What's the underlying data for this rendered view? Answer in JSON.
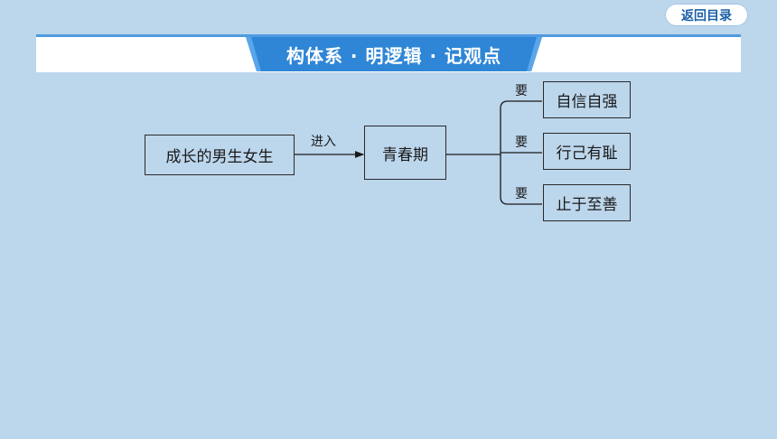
{
  "nav": {
    "return_label": "返回目录"
  },
  "header": {
    "title": "构体系 · 明逻辑 · 记观点"
  },
  "diagram": {
    "root": "成长的男生女生",
    "root_edge_label": "进入",
    "center": "青春期",
    "branch_edge_label": "要",
    "branches": [
      "自信自强",
      "行己有耻",
      "止于至善"
    ]
  },
  "colors": {
    "background": "#bcd6ec",
    "banner_tab": "#2f86d6",
    "banner_line": "#4f9be0",
    "return_text": "#1a5fa8"
  }
}
